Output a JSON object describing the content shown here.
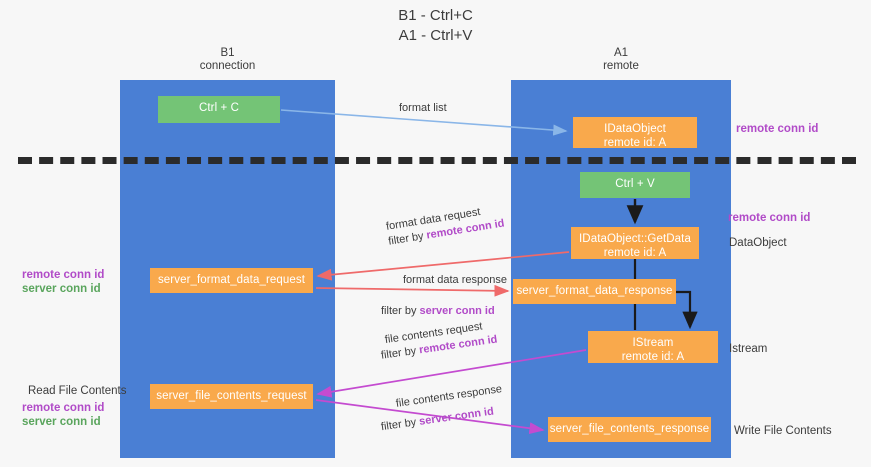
{
  "title": {
    "line1": "B1 - Ctrl+C",
    "line2": "A1 - Ctrl+V"
  },
  "columns": [
    {
      "name": "B1",
      "sub": "connection"
    },
    {
      "name": "A1",
      "sub": "remote"
    }
  ],
  "nodes": {
    "ctrl_c": {
      "label": "Ctrl + C",
      "color": "#74c476"
    },
    "idataobject": {
      "line1": "IDataObject",
      "line2": "remote id: A",
      "color": "#f9a94c"
    },
    "ctrl_v": {
      "label": "Ctrl + V",
      "color": "#74c476"
    },
    "getdata": {
      "line1": "IDataObject::GetData",
      "line2": "remote id: A",
      "color": "#f9a94c"
    },
    "server_format_data_request": {
      "label": "server_format_data_request",
      "color": "#f9a94c"
    },
    "server_format_data_response": {
      "label": "server_format_data_response",
      "color": "#f9a94c"
    },
    "istream": {
      "line1": "IStream",
      "line2": "remote id: A",
      "color": "#f9a94c"
    },
    "server_file_contents_request": {
      "label": "server_file_contents_request",
      "color": "#f9a94c"
    },
    "server_file_contents_response": {
      "label": "server_file_contents_response",
      "color": "#f9a94c"
    }
  },
  "edges": {
    "format_list": {
      "text": "format list"
    },
    "format_data_request": {
      "line1": "format data request",
      "prefix": "filter by ",
      "id": "remote conn id"
    },
    "format_data_response": {
      "line1": "format data response",
      "prefix": "filter by ",
      "id": "server conn id"
    },
    "file_contents_request": {
      "line1": "file contents request",
      "prefix": "filter by ",
      "id": "remote conn id"
    },
    "file_contents_response": {
      "line1": "file contents response",
      "prefix": "filter by ",
      "id": "server conn id"
    }
  },
  "annotations": {
    "remote_conn_id_top": "remote conn id",
    "remote_conn_id_mid": "remote conn id",
    "dataobject": "DataObject",
    "istream": "Istream",
    "write_file_contents": "Write File Contents",
    "read_file_contents": "Read File Contents",
    "left_remote_conn_id": "remote conn id",
    "left_server_conn_id": "server conn id",
    "left_remote_conn_id_2": "remote conn id",
    "left_server_conn_id_2": "server conn id"
  },
  "colors": {
    "lane": "#4a7fd4",
    "green_node": "#74c476",
    "orange_node": "#f9a94c",
    "purple_text": "#b14bc8",
    "green_text": "#5aa55d",
    "arrow_blue": "#8ab6e8",
    "arrow_red": "#ef6a6a",
    "arrow_magenta": "#c44bd0",
    "arrow_black": "#1a1a1a",
    "divider": "#2b2b2b",
    "background": "#f7f7f7"
  }
}
